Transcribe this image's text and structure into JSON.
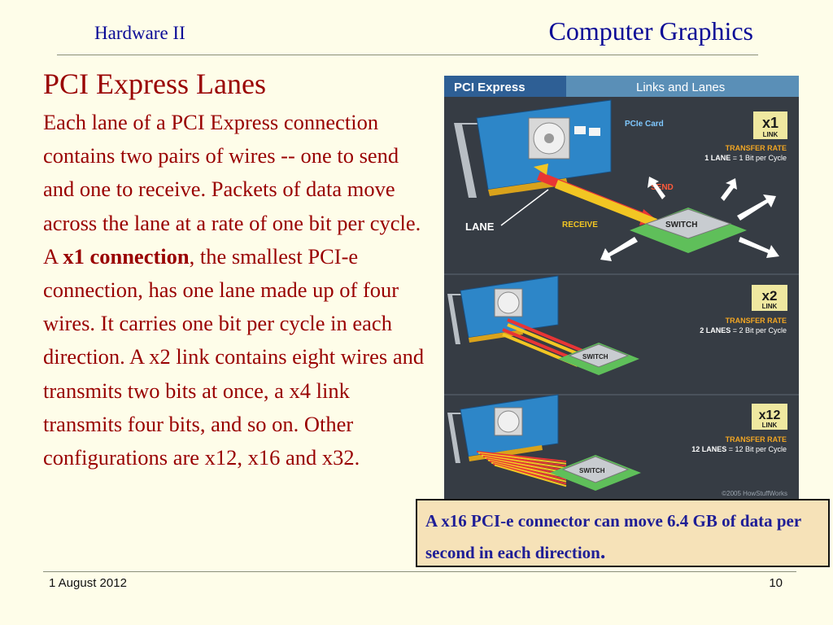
{
  "header": {
    "section": "Hardware II",
    "course": "Computer Graphics"
  },
  "slide": {
    "title": "PCI Express Lanes",
    "body_part1": "Each lane of a PCI Express connection contains two pairs of wires -- one to send and one to receive. Packets of data move across the lane at a rate of one bit per cycle. A ",
    "body_bold": "x1 connection",
    "body_part2": ", the smallest PCI-e connection, has one lane made up of four wires. It carries one bit per cycle in each direction. A x2 link contains eight wires and transmits two bits at once, a x4 link transmits four bits, and so on. Other configurations are x12, x16 and x32."
  },
  "figure": {
    "title_left": "PCI Express",
    "title_right": "Links and Lanes",
    "card_label": "PCIe Card",
    "send_label": "SEND",
    "receive_label": "RECEIVE",
    "lane_label": "LANE",
    "switch_label": "SWITCH",
    "credit": "©2005 HowStuffWorks",
    "transfer_rate_label": "TRANSFER RATE",
    "panels": [
      {
        "badge_top": "x1",
        "badge_bottom": "LINK",
        "lanes_bold": "1 LANE",
        "lanes_rest": " = 1 Bit per Cycle"
      },
      {
        "badge_top": "x2",
        "badge_bottom": "LINK",
        "lanes_bold": "2 LANES",
        "lanes_rest": " = 2 Bit per Cycle"
      },
      {
        "badge_top": "x12",
        "badge_bottom": "LINK",
        "lanes_bold": "12 LANES",
        "lanes_rest": " = 12 Bit per Cycle"
      }
    ]
  },
  "caption": {
    "text": "A x16 PCI-e connector can move 6.4 GB of data per second in each direction",
    "period": "."
  },
  "footer": {
    "date": "1 August 2012",
    "page": "10"
  }
}
